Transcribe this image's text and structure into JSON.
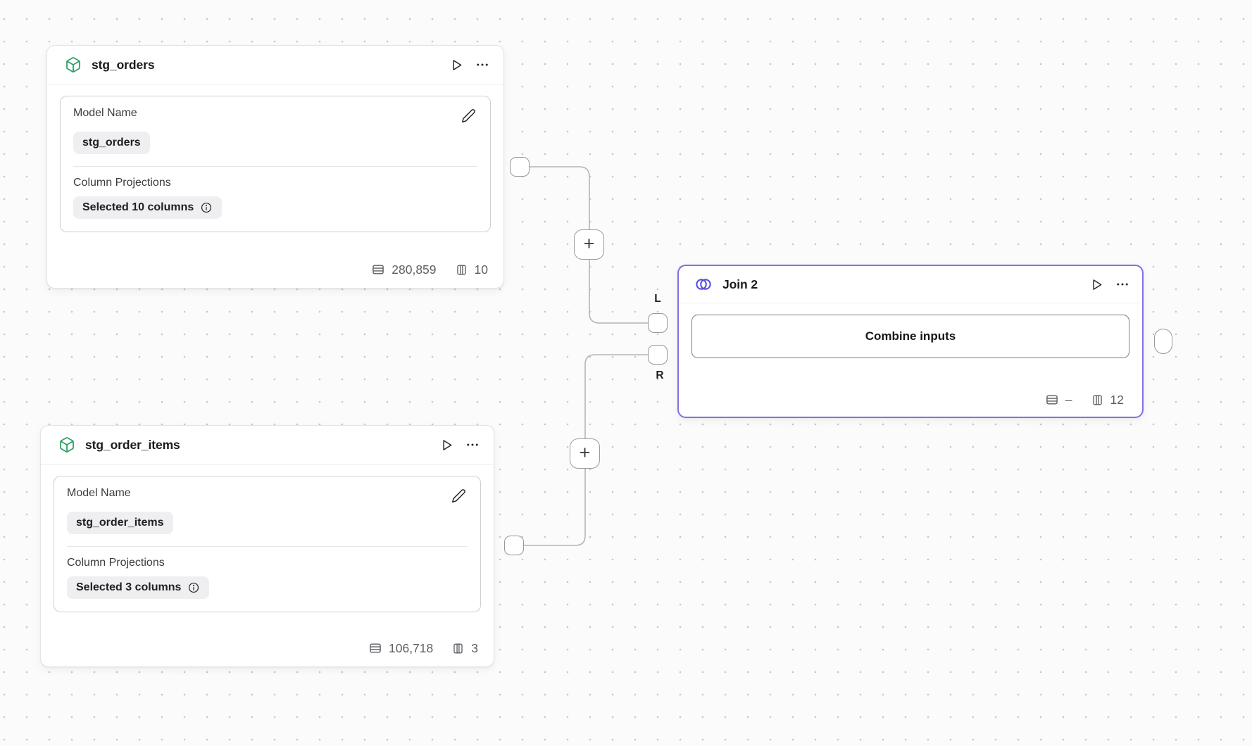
{
  "canvas": {
    "background_color": "#fbfbfb",
    "dot_color": "#c7c7cb",
    "accent_join": "#7e71ea",
    "model_icon_color": "#2f9e68",
    "join_icon_color": "#554de0"
  },
  "icons": {
    "model": "cube-icon",
    "join": "venn-join-icon",
    "run": "play-icon",
    "menu": "ellipsis-icon",
    "edit": "pencil-icon",
    "info": "info-circle-icon",
    "rows": "row-count-icon",
    "columns": "column-count-icon"
  },
  "edges": {
    "add_button_label": "+",
    "left_input_label": "L",
    "right_input_label": "R"
  },
  "nodes": {
    "stg_orders": {
      "title": "stg_orders",
      "model_name_label": "Model Name",
      "model_name_value": "stg_orders",
      "column_projections_label": "Column Projections",
      "column_projections_value": "Selected 10 columns",
      "row_count": "280,859",
      "column_count": "10"
    },
    "stg_order_items": {
      "title": "stg_order_items",
      "model_name_label": "Model Name",
      "model_name_value": "stg_order_items",
      "column_projections_label": "Column Projections",
      "column_projections_value": "Selected 3 columns",
      "row_count": "106,718",
      "column_count": "3"
    },
    "join": {
      "title": "Join 2",
      "combine_button_label": "Combine inputs",
      "row_count": "–",
      "column_count": "12"
    }
  }
}
